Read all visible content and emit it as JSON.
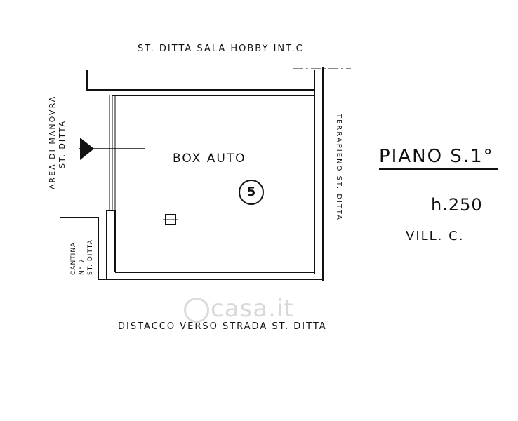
{
  "labels": {
    "top": "ST. DITTA   SALA HOBBY INT.C",
    "bottom": "DISTACCO  VERSO  STRADA  ST. DITTA",
    "room": "BOX AUTO",
    "unit_number": "5",
    "floor": "PIANO S.1°",
    "height": "h.250",
    "building": "VILL. C.",
    "left_area_line1": "AREA DI MANOVRA",
    "left_area_line2": "ST. DITTA",
    "cantina_line1": "CANTINA",
    "cantina_line2": "N° 7",
    "cantina_line3": "ST. DITTA",
    "right_side": "TERRAPIENO ST. DITTA"
  },
  "watermark": {
    "text": "casa.it"
  },
  "colors": {
    "ink": "#111111",
    "watermark": "#d9d9d9"
  }
}
